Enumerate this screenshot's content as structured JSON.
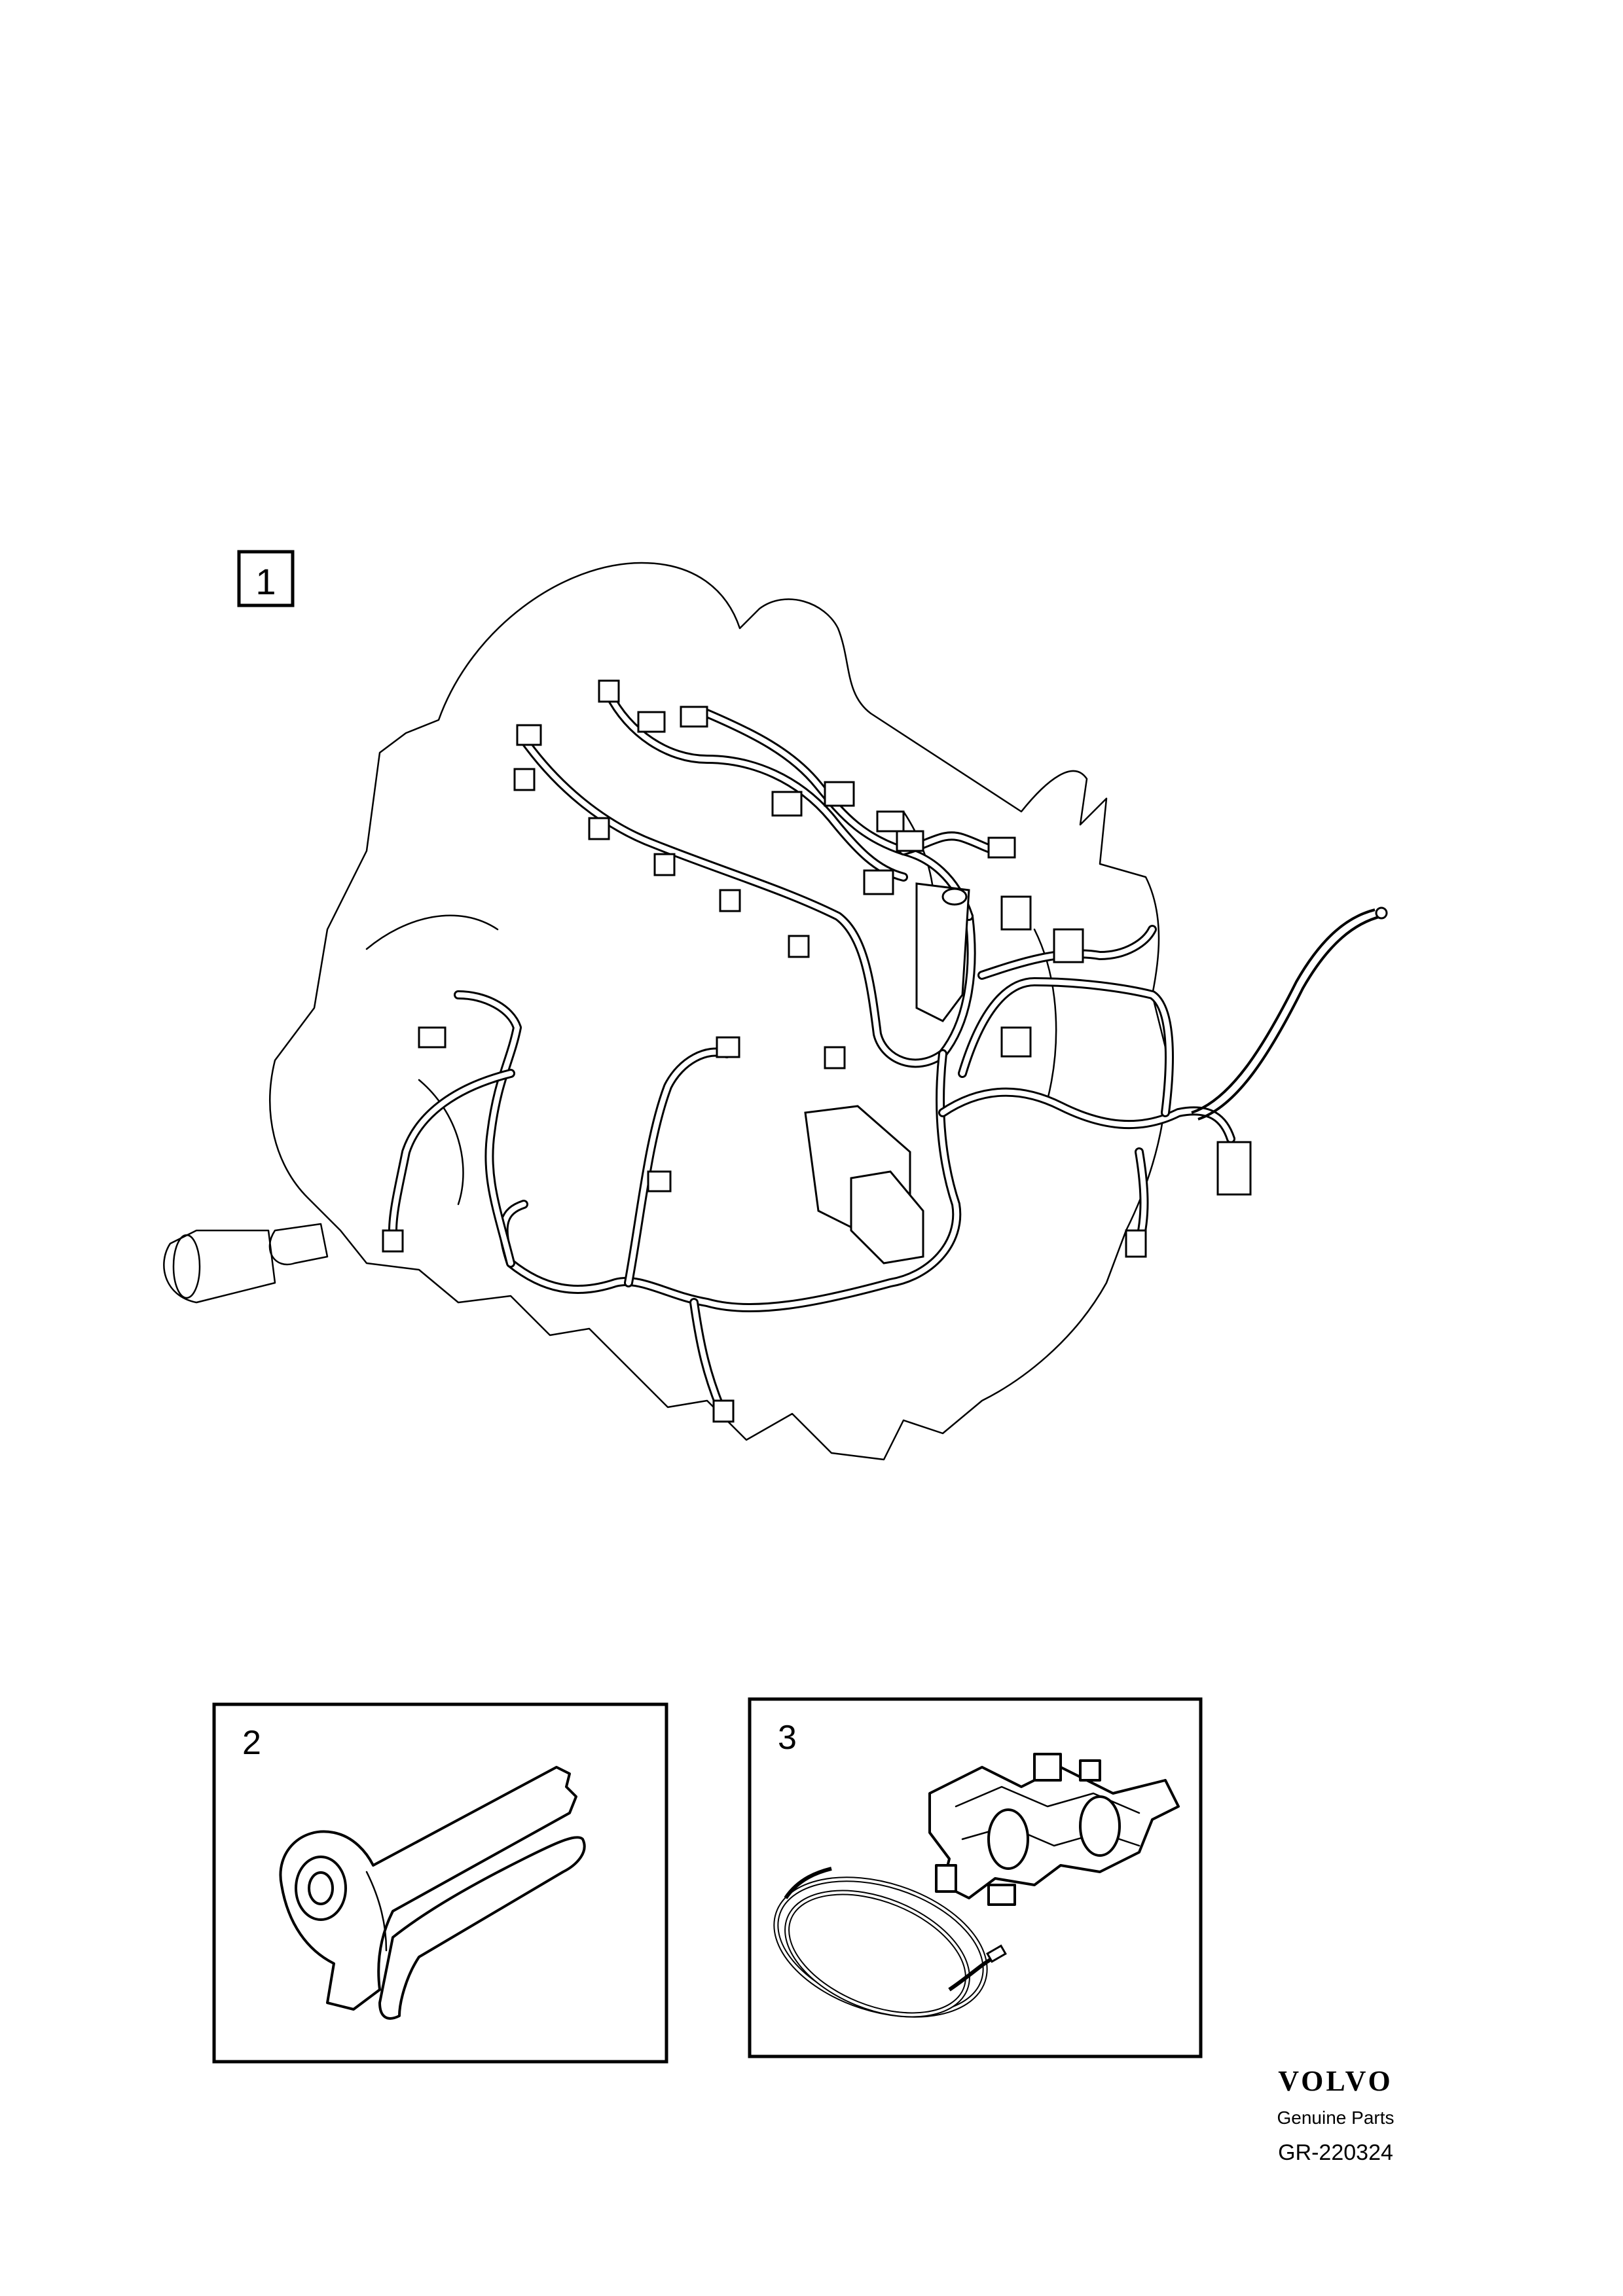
{
  "callouts": {
    "item1": "1",
    "item2": "2",
    "item3": "3"
  },
  "brand": {
    "logo_text": "VOLVO",
    "subtitle": "Genuine Parts"
  },
  "diagram_code": "GR-220324"
}
